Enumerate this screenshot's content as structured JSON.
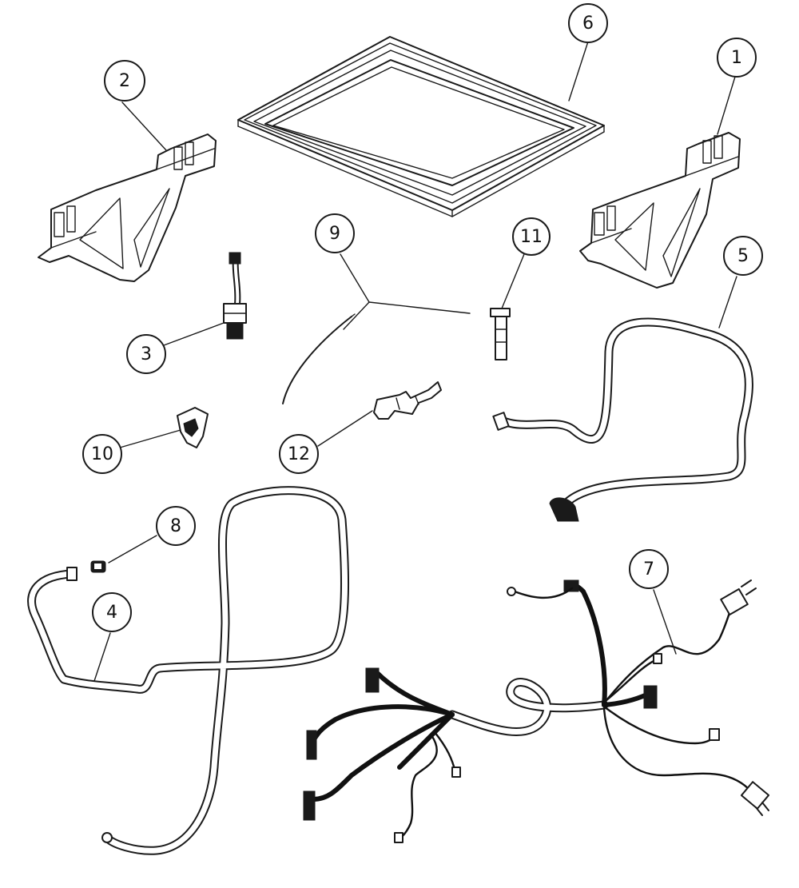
{
  "callouts": [
    {
      "id": "1",
      "label": "1"
    },
    {
      "id": "2",
      "label": "2"
    },
    {
      "id": "3",
      "label": "3"
    },
    {
      "id": "4",
      "label": "4"
    },
    {
      "id": "5",
      "label": "5"
    },
    {
      "id": "6",
      "label": "6"
    },
    {
      "id": "7",
      "label": "7"
    },
    {
      "id": "8",
      "label": "8"
    },
    {
      "id": "9",
      "label": "9"
    },
    {
      "id": "10",
      "label": "10"
    },
    {
      "id": "11",
      "label": "11"
    },
    {
      "id": "12",
      "label": "12"
    }
  ],
  "colors": {
    "ink": "#1a1a1a",
    "background": "#ffffff"
  }
}
